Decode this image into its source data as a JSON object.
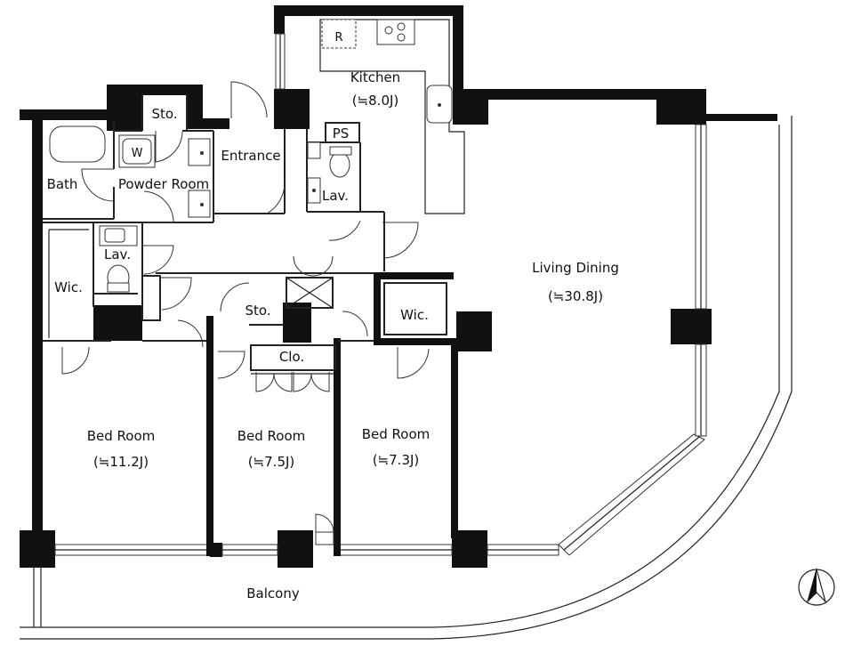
{
  "rooms": {
    "kitchen": {
      "name": "Kitchen",
      "area": "(≒8.0J)"
    },
    "living": {
      "name": "Living Dining",
      "area": "(≒30.8J)"
    },
    "bed1": {
      "name": "Bed Room",
      "area": "(≒11.2J)"
    },
    "bed2": {
      "name": "Bed Room",
      "area": "(≒7.5J)"
    },
    "bed3": {
      "name": "Bed Room",
      "area": "(≒7.3J)"
    },
    "bath": {
      "name": "Bath"
    },
    "powder": {
      "name": "Powder Room"
    },
    "entrance": {
      "name": "Entrance"
    },
    "sto_top": {
      "name": "Sto."
    },
    "sto_mid": {
      "name": "Sto."
    },
    "lav_top": {
      "name": "Lav."
    },
    "lav_left": {
      "name": "Lav."
    },
    "ps": {
      "name": "PS"
    },
    "wic_left": {
      "name": "Wic."
    },
    "wic_right": {
      "name": "Wic."
    },
    "clo": {
      "name": "Clo."
    },
    "balcony": {
      "name": "Balcony"
    }
  },
  "fixtures": {
    "refrigerator": "R",
    "washer": "W"
  },
  "colors": {
    "wall": "#111111",
    "line": "#222222",
    "background": "#ffffff"
  },
  "icons": {
    "north": "north-arrow-icon"
  }
}
